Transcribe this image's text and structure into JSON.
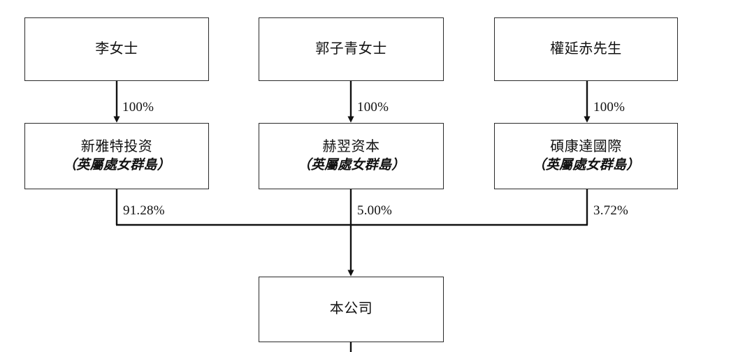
{
  "diagram": {
    "type": "org-chart",
    "title": "Shareholding structure chart",
    "accent_color": "#2b2b2b",
    "background_color": "#ffffff"
  },
  "shareholders": [
    {
      "id": "li",
      "name": "李女士",
      "stake_label": "100%"
    },
    {
      "id": "guo",
      "name": "郭子青女士",
      "stake_label": "100%"
    },
    {
      "id": "quan",
      "name": "權延赤先生",
      "stake_label": "100%"
    }
  ],
  "holding_entities": [
    {
      "id": "xinyate",
      "name": "新雅特投资",
      "jurisdiction": "（英屬處女群島）",
      "stake_label": "91.28%"
    },
    {
      "id": "heyi",
      "name": "赫翌资本",
      "jurisdiction": "（英屬處女群島）",
      "stake_label": "5.00%"
    },
    {
      "id": "shuokangda",
      "name": "碩康達國際",
      "jurisdiction": "（英屬處女群島）",
      "stake_label": "3.72%"
    }
  ],
  "company": {
    "id": "company",
    "name": "本公司"
  }
}
